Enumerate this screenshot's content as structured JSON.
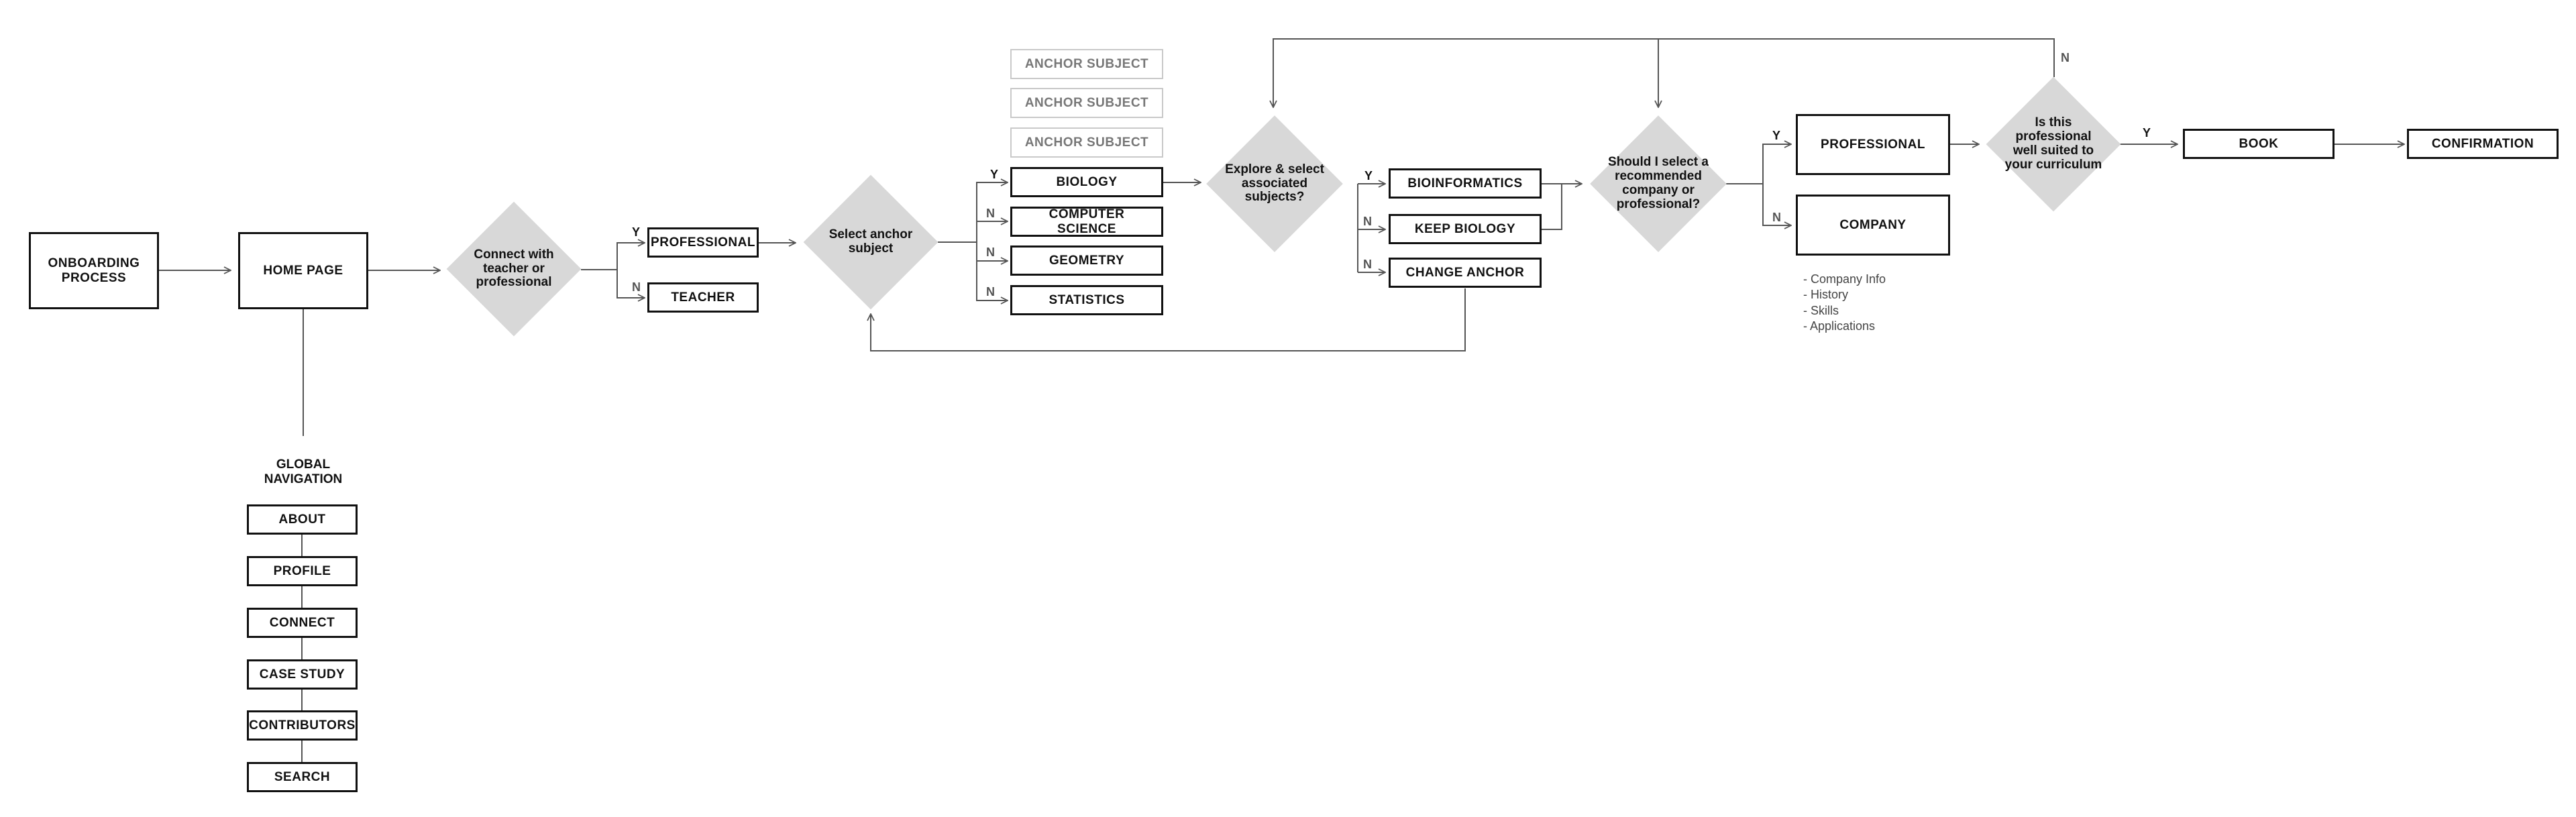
{
  "nodes": {
    "onboarding": "ONBOARDING PROCESS",
    "home": "HOME PAGE",
    "connect_q": "Connect with teacher or professional",
    "professional1": "PROFESSIONAL",
    "teacher": "TEACHER",
    "select_anchor_q": "Select anchor subject",
    "anchor_subjects": [
      "ANCHOR SUBJECT",
      "ANCHOR SUBJECT",
      "ANCHOR SUBJECT"
    ],
    "subjects": [
      "BIOLOGY",
      "COMPUTER SCIENCE",
      "GEOMETRY",
      "STATISTICS"
    ],
    "explore_q": "Explore & select associated subjects?",
    "bioinformatics": "BIOINFORMATICS",
    "keep_biology": "KEEP BIOLOGY",
    "change_anchor": "CHANGE ANCHOR",
    "recommend_q": "Should I select a recommended company or professional?",
    "professional2": "PROFESSIONAL",
    "company": "COMPANY",
    "company_details": [
      "- Company Info",
      "- History",
      "- Skills",
      "- Applications"
    ],
    "suited_q": "Is this professional well suited to your curriculum",
    "book": "BOOK",
    "confirmation": "CONFIRMATION"
  },
  "global_nav": {
    "title": "GLOBAL NAVIGATION",
    "items": [
      "ABOUT",
      "PROFILE",
      "CONNECT",
      "CASE STUDY",
      "CONTRIBUTORS",
      "SEARCH"
    ]
  },
  "labels": {
    "yes": "Y",
    "no": "N"
  },
  "colors": {
    "line": "#555555",
    "box_border": "#111111",
    "diamond": "#d8d8d8",
    "ghost_border": "#c9c9c9"
  }
}
